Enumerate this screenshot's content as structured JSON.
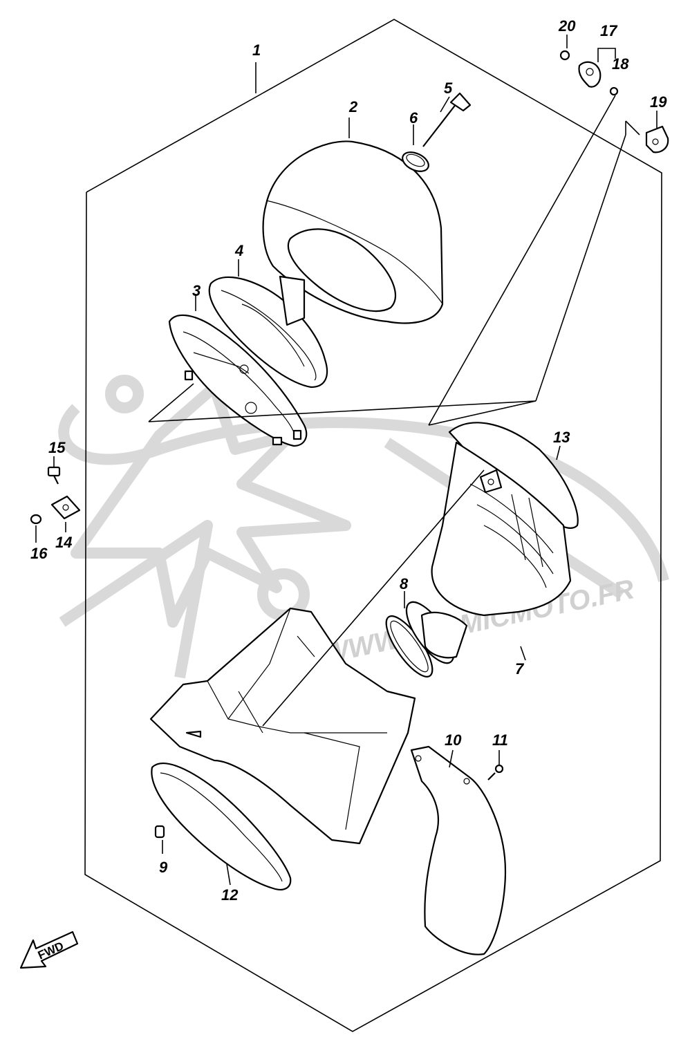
{
  "diagram": {
    "watermark_text": "WWW.ATOMICMOTO.FR",
    "fwd_label": "FWD",
    "callouts": [
      {
        "id": "c1",
        "label": "1"
      },
      {
        "id": "c2",
        "label": "2"
      },
      {
        "id": "c3",
        "label": "3"
      },
      {
        "id": "c4",
        "label": "4"
      },
      {
        "id": "c5",
        "label": "5"
      },
      {
        "id": "c6",
        "label": "6"
      },
      {
        "id": "c7",
        "label": "7"
      },
      {
        "id": "c8",
        "label": "8"
      },
      {
        "id": "c9",
        "label": "9"
      },
      {
        "id": "c10",
        "label": "10"
      },
      {
        "id": "c11",
        "label": "11"
      },
      {
        "id": "c12",
        "label": "12"
      },
      {
        "id": "c13",
        "label": "13"
      },
      {
        "id": "c14",
        "label": "14"
      },
      {
        "id": "c15",
        "label": "15"
      },
      {
        "id": "c16",
        "label": "16"
      },
      {
        "id": "c17",
        "label": "17"
      },
      {
        "id": "c18",
        "label": "18"
      },
      {
        "id": "c19",
        "label": "19"
      },
      {
        "id": "c20",
        "label": "20"
      }
    ]
  }
}
